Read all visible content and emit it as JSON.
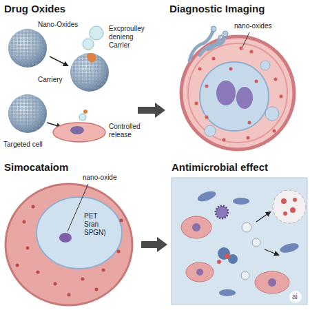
{
  "diagram": {
    "nodes": [
      {
        "text": [
          "Drug Oxides"
        ]
      },
      {
        "text": [
          "Diagnostic Imaging"
        ]
      },
      {
        "text": [
          "Simocataiom"
        ]
      },
      {
        "text": [
          "Antimicrobial effect"
        ]
      }
    ],
    "edges": [
      {
        "from": 0,
        "to": 1,
        "arrow": "to"
      },
      {
        "from": 2,
        "to": 3,
        "arrow": "to"
      }
    ],
    "labels": [
      "Nano-Oxides",
      "Excproulley denieng Carrier",
      "Carriery",
      "Targeted cell",
      "Controlled release",
      "nano-oxides",
      "nano-oxide",
      "PET Sran SPGN)",
      "ai"
    ]
  }
}
